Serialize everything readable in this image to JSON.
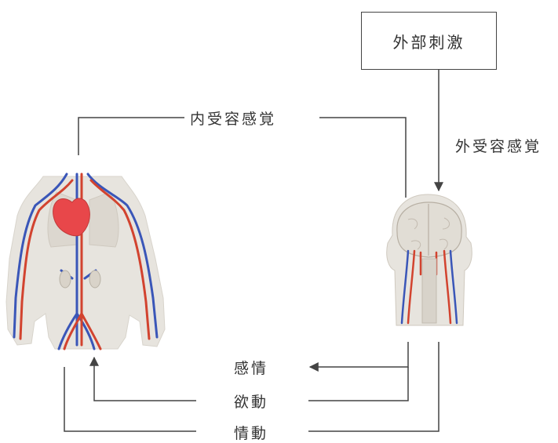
{
  "diagram": {
    "external_stimulus": "外部刺激",
    "interoception": "内受容感覚",
    "exteroception": "外受容感覚",
    "feeling": "感情",
    "desire": "欲動",
    "emotion": "情動"
  },
  "colors": {
    "line": "#444444",
    "artery": "#d2432f",
    "vein": "#3a56b8",
    "skin": "#e7e4de",
    "heart": "#e8474a"
  }
}
